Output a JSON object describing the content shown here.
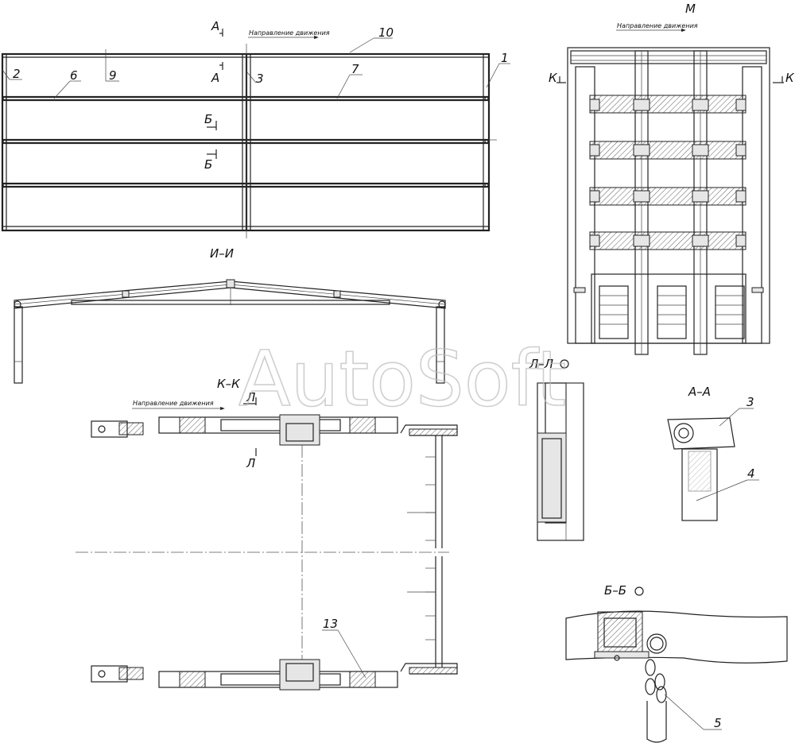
{
  "labels": {
    "callouts": [
      "1",
      "2",
      "3",
      "4",
      "5",
      "6",
      "7",
      "9",
      "10",
      "13"
    ],
    "section_marks": [
      "А",
      "Б",
      "К",
      "Л"
    ],
    "section_titles": {
      "ii": "И–И",
      "m": "М",
      "kk": "К–К",
      "ll": "Л–Л",
      "aa": "А–А",
      "bb": "Б–Б"
    },
    "direction_text": "Направление движения"
  },
  "watermark": "AutoSoft"
}
